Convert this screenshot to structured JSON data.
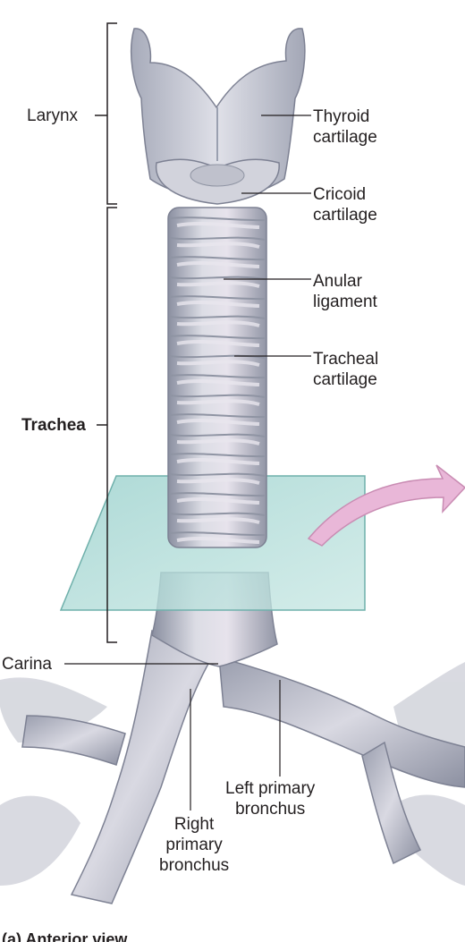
{
  "labels": {
    "larynx": "Larynx",
    "trachea": "Trachea",
    "carina": "Carina",
    "thyroid_cartilage": [
      "Thyroid",
      "cartilage"
    ],
    "cricoid_cartilage": [
      "Cricoid",
      "cartilage"
    ],
    "anular_ligament": [
      "Anular",
      "ligament"
    ],
    "tracheal_cartilage": [
      "Tracheal",
      "cartilage"
    ],
    "left_primary_bronchus": [
      "Left primary",
      "bronchus"
    ],
    "right_primary_bronchus": [
      "Right",
      "primary",
      "bronchus"
    ]
  },
  "caption": "(a) Anterior view",
  "colors": {
    "cartilage": "#c9ccd6",
    "cartilage_shadow": "#8f94a3",
    "ring_highlight": "#e9e6ee",
    "ligament_pink": "#d8c2d2",
    "glass_plane": "#9fd3cf",
    "arrow": "#e9b7d8",
    "leader_line": "#231f20"
  }
}
